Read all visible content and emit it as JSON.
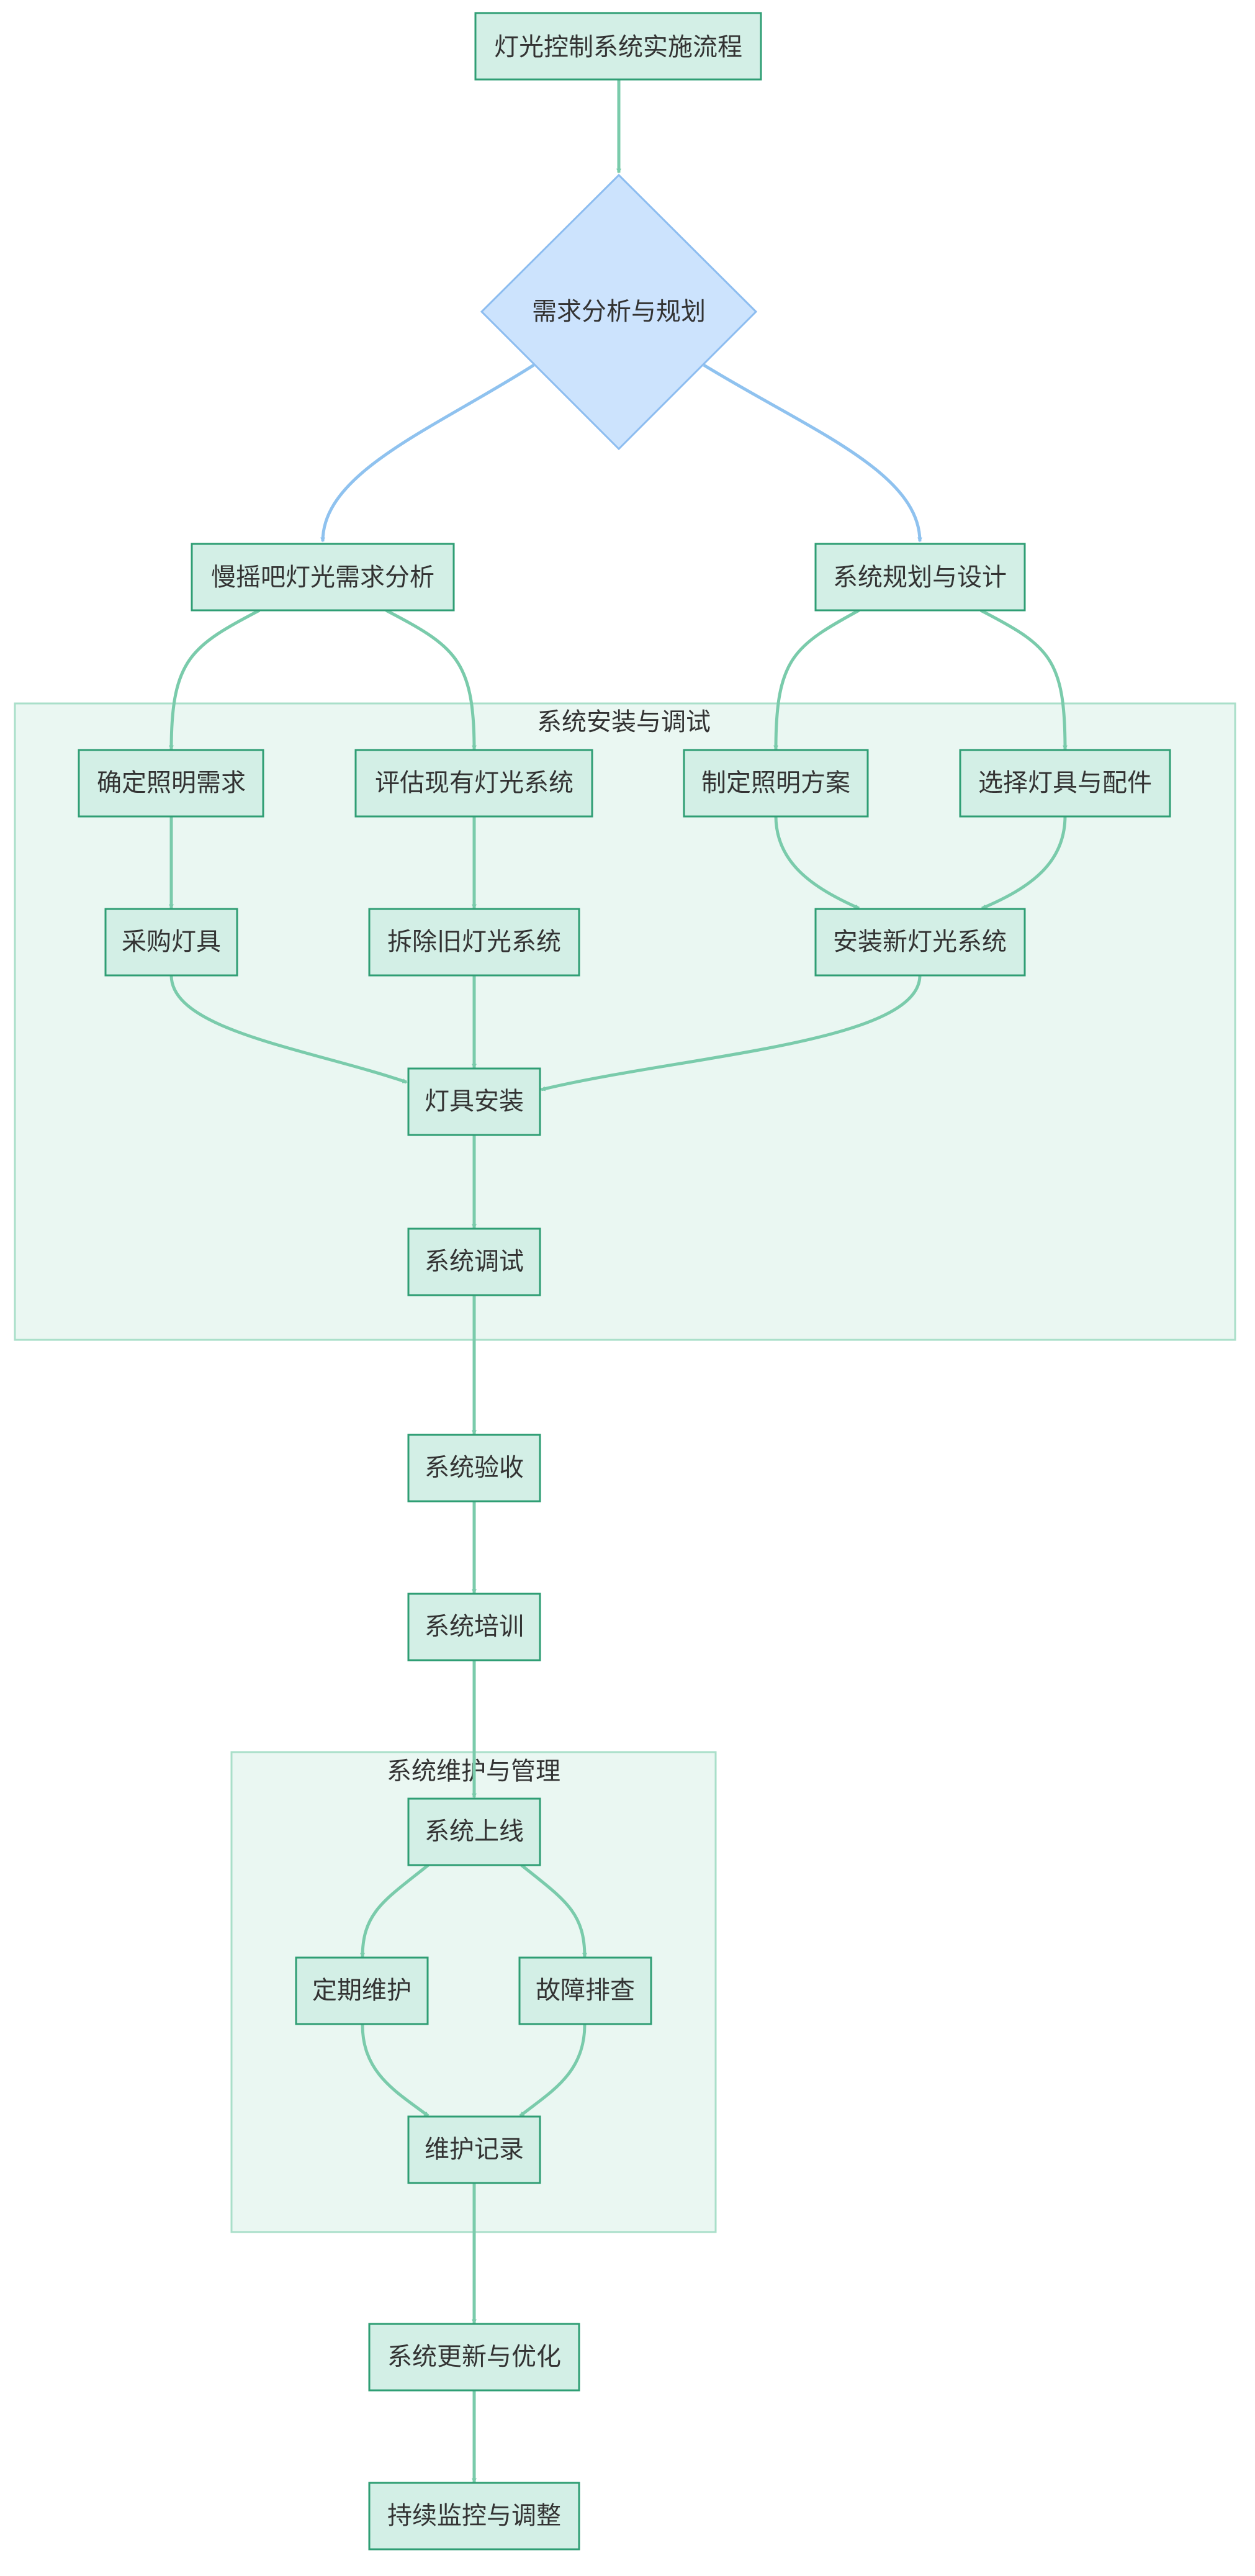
{
  "colors": {
    "node_fill": "#d3efe6",
    "node_stroke": "#2f9e74",
    "decision_fill": "#cce3fd",
    "decision_stroke": "#8dbdf0",
    "decision_edge": "#8fc2ef",
    "edge": "#7acbab",
    "cluster_fill": "#eaf7f2",
    "cluster_stroke": "#a9dfc9",
    "text": "#333333"
  },
  "nodes": {
    "start": "灯光控制系统实施流程",
    "decision": "需求分析与规划",
    "needs": "慢摇吧灯光需求分析",
    "design": "系统规划与设计",
    "confirm": "确定照明需求",
    "evaluate": "评估现有灯光系统",
    "plan": "制定照明方案",
    "choose": "选择灯具与配件",
    "purchase": "采购灯具",
    "remove": "拆除旧灯光系统",
    "install_new": "安装新灯光系统",
    "fixture_install": "灯具安装",
    "debug": "系统调试",
    "accept": "系统验收",
    "train": "系统培训",
    "online": "系统上线",
    "maintain": "定期维护",
    "troubleshoot": "故障排查",
    "record": "维护记录",
    "update": "系统更新与优化",
    "monitor": "持续监控与调整"
  },
  "clusters": {
    "install": "系统安装与调试",
    "maintenance": "系统维护与管理"
  }
}
